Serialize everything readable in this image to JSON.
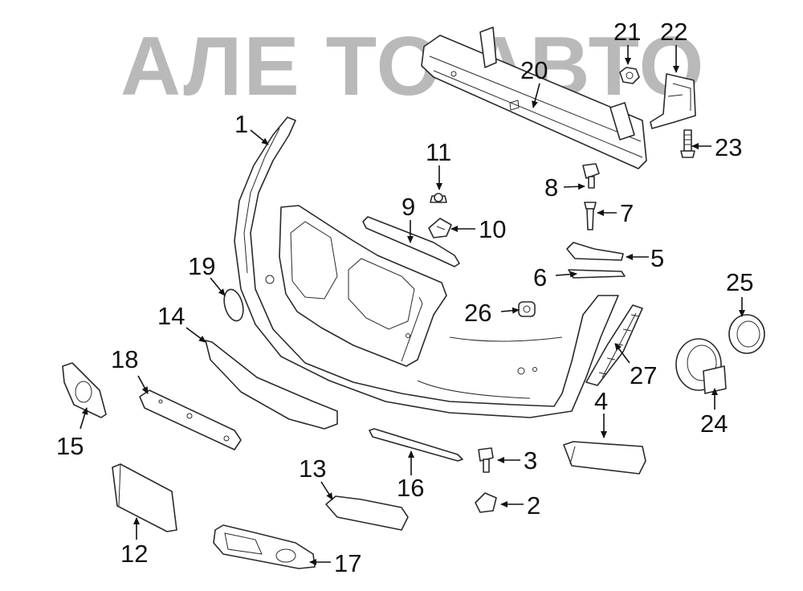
{
  "watermark": "АЛЕ ТО АВТО",
  "callouts": [
    "1",
    "2",
    "3",
    "4",
    "5",
    "6",
    "7",
    "8",
    "9",
    "10",
    "11",
    "12",
    "13",
    "14",
    "15",
    "16",
    "17",
    "18",
    "19",
    "20",
    "21",
    "22",
    "23",
    "24",
    "25",
    "26",
    "27"
  ],
  "colors": {
    "line": "#2a2a2a",
    "watermark": "#b9b9b9",
    "background": "#ffffff"
  }
}
